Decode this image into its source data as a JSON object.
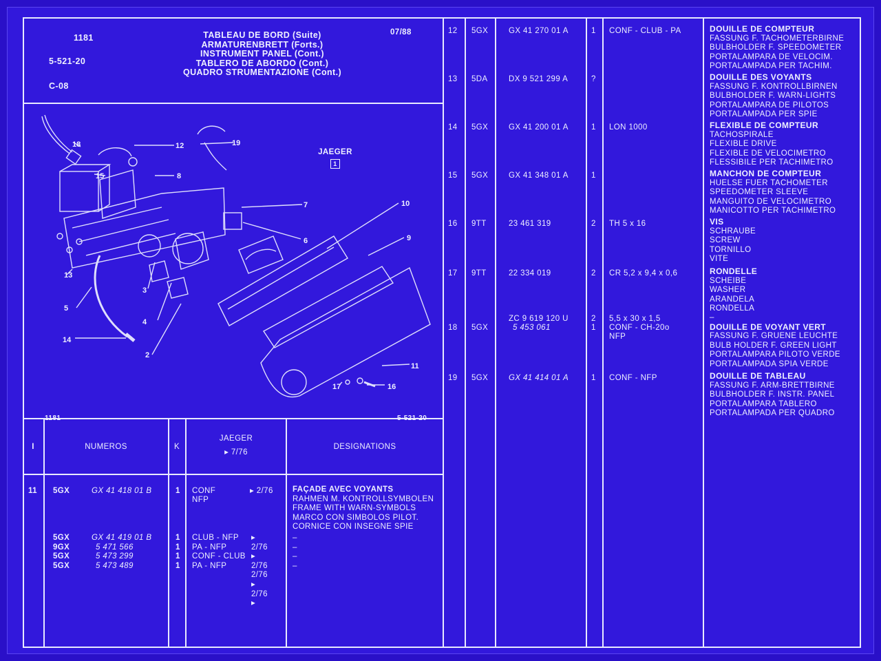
{
  "header": {
    "catalog_no": "1181",
    "group_ref": "5-521-20",
    "sheet_ref": "C-08",
    "date": "07/88",
    "titles": [
      "TABLEAU DE BORD (Suite)",
      "ARMATURENBRETT (Forts.)",
      "INSTRUMENT PANEL (Cont.)",
      "TABLERO DE ABORDO (Cont.)",
      "QUADRO STRUMENTAZIONE (Cont.)"
    ]
  },
  "diagram": {
    "maker": "JAEGER",
    "maker_mark": "1",
    "footer_left": "1181",
    "footer_right": "5-521-20",
    "callouts": [
      "2",
      "3",
      "4",
      "5",
      "6",
      "7",
      "8",
      "9",
      "10",
      "11",
      "12",
      "13",
      "14",
      "15",
      "16",
      "17",
      "18",
      "19"
    ]
  },
  "table_header": {
    "col_index": "I",
    "col_numbers": "NUMEROS",
    "col_k": "K",
    "col_jaeger": "JAEGER",
    "col_jaeger_sub": "7/76",
    "col_designations": "DESIGNATIONS"
  },
  "rows_left": [
    {
      "index": "11",
      "entries": [
        {
          "code": "5GX",
          "part": "GX  41  418  01  B",
          "qty": "1",
          "spec": "CONF",
          "date": "2/76",
          "arrow": "left"
        },
        {
          "code": "",
          "part": "",
          "qty": "",
          "spec": "NFP",
          "date": "",
          "arrow": ""
        }
      ],
      "designation": [
        "FAÇADE AVEC VOYANTS",
        "RAHMEN M. KONTROLLSYMBOLEN",
        "FRAME WITH WARN-SYMBOLS",
        "MARCO CON SIMBOLOS PILOT.",
        "CORNICE CON INSEGNE SPIE"
      ]
    },
    {
      "index": "",
      "entries": [
        {
          "code": "5GX",
          "part": "GX  41  419  01  B",
          "qty": "1",
          "spec": "CLUB - NFP",
          "date": "2/76",
          "arrow": "left",
          "desig": "–"
        },
        {
          "code": "9GX",
          "part": "5  471  566",
          "qty": "1",
          "spec": "PA - NFP",
          "date": "2/76",
          "arrow": "left",
          "desig": "–"
        },
        {
          "code": "5GX",
          "part": "5  473  299",
          "qty": "1",
          "spec": "CONF - CLUB",
          "date": "2/76",
          "arrow": "right",
          "desig": "–"
        },
        {
          "code": "5GX",
          "part": "5  473  489",
          "qty": "1",
          "spec": "PA - NFP",
          "date": "2/76",
          "arrow": "right",
          "desig": "–"
        }
      ],
      "designation": []
    }
  ],
  "rows_right": [
    {
      "index": "12",
      "code": "5GX",
      "part": "GX  41  270  01  A",
      "qty": "1",
      "spec": "CONF - CLUB - PA",
      "designation": [
        "DOUILLE DE COMPTEUR",
        "FASSUNG F. TACHOMETERBIRNE",
        "BULBHOLDER F. SPEEDOMETER",
        "PORTALAMPARA DE VELOCIM.",
        "PORTALAMPADA PER TACHIM."
      ]
    },
    {
      "index": "13",
      "code": "5DA",
      "part": "DX  9  521  299  A",
      "qty": "?",
      "spec": "",
      "designation": [
        "DOUILLE DES VOYANTS",
        "FASSUNG F. KONTROLLBIRNEN",
        "BULBHOLDER F. WARN-LIGHTS",
        "PORTALAMPARA DE PILOTOS",
        "PORTALAMPADA PER SPIE"
      ]
    },
    {
      "index": "14",
      "code": "5GX",
      "part": "GX  41  200  01  A",
      "qty": "1",
      "spec": "LON 1000",
      "designation": [
        "FLEXIBLE DE COMPTEUR",
        "TACHOSPIRALE",
        "FLEXIBLE DRIVE",
        "FLEXIBLE DE VELOCIMETRO",
        "FLESSIBILE PER TACHIMETRO"
      ]
    },
    {
      "index": "15",
      "code": "5GX",
      "part": "GX  41  348  01  A",
      "qty": "1",
      "spec": "",
      "designation": [
        "MANCHON DE COMPTEUR",
        "HUELSE FUER TACHOMETER",
        "SPEEDOMETER SLEEVE",
        "MANGUITO DE VELOCIMETRO",
        "MANICOTTO PER TACHIMETRO"
      ]
    },
    {
      "index": "16",
      "code": "9TT",
      "part": "23  461  319",
      "qty": "2",
      "spec": "TH 5 x 16",
      "designation": [
        "VIS",
        "SCHRAUBE",
        "SCREW",
        "TORNILLO",
        "VITE"
      ]
    },
    {
      "index": "17",
      "code": "9TT",
      "part": "22  334  019",
      "qty": "2",
      "spec": "CR 5,2 x 9,4 x 0,6",
      "designation": [
        "RONDELLE",
        "SCHEIBE",
        "WASHER",
        "ARANDELA",
        "RONDELLA"
      ]
    },
    {
      "index": "18",
      "code": "5GX",
      "part": "ZC  9  619  120  U",
      "part2": "5  453  061",
      "qty": "2",
      "qty2": "1",
      "spec": "5,5 x 30 x 1,5",
      "spec2": "CONF - CH-20o",
      "spec3": "NFP",
      "designation": [
        "–",
        "DOUILLE DE VOYANT VERT",
        "FASSUNG F. GRUENE LEUCHTE",
        "BULB HOLDER F. GREEN LIGHT",
        "PORTALAMPARA PILOTO VERDE",
        "PORTALAMPADA SPIA VERDE"
      ]
    },
    {
      "index": "19",
      "code": "5GX",
      "part": "GX  41  414  01  A",
      "qty": "1",
      "spec": "CONF - NFP",
      "designation": [
        "DOUILLE DE TABLEAU",
        "FASSUNG F. ARM-BRETTBIRNE",
        "BULBHOLDER F. INSTR. PANEL",
        "PORTALAMPARA TABLERO",
        "PORTALAMPADA PER QUADRO"
      ]
    }
  ],
  "colors": {
    "background": "#3218dc",
    "ink": "#eef0ff"
  }
}
